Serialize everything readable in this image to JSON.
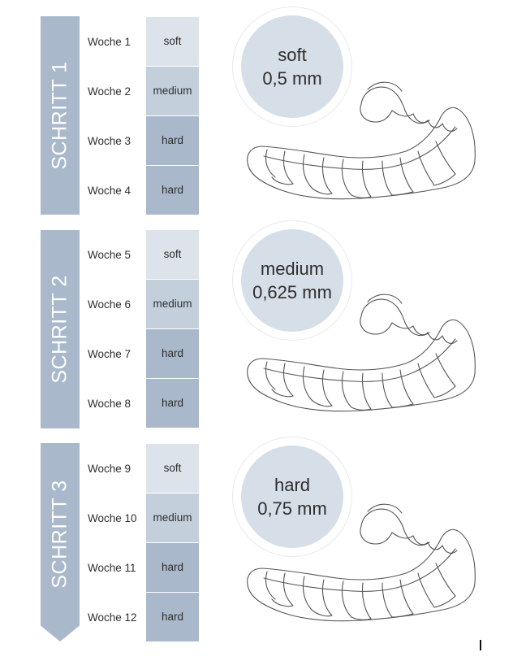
{
  "steps": [
    {
      "label": "SCHRITT 1",
      "circle": {
        "hardness": "soft",
        "thickness": "0,5 mm"
      },
      "weeks": [
        {
          "week": "Woche 1",
          "level": "soft"
        },
        {
          "week": "Woche 2",
          "level": "medium"
        },
        {
          "week": "Woche 3",
          "level": "hard"
        },
        {
          "week": "Woche 4",
          "level": "hard"
        }
      ]
    },
    {
      "label": "SCHRITT 2",
      "circle": {
        "hardness": "medium",
        "thickness": "0,625 mm"
      },
      "weeks": [
        {
          "week": "Woche 5",
          "level": "soft"
        },
        {
          "week": "Woche 6",
          "level": "medium"
        },
        {
          "week": "Woche 7",
          "level": "hard"
        },
        {
          "week": "Woche 8",
          "level": "hard"
        }
      ]
    },
    {
      "label": "SCHRITT 3",
      "circle": {
        "hardness": "hard",
        "thickness": "0,75 mm"
      },
      "weeks": [
        {
          "week": "Woche 9",
          "level": "soft"
        },
        {
          "week": "Woche 10",
          "level": "medium"
        },
        {
          "week": "Woche 11",
          "level": "hard"
        },
        {
          "week": "Woche 12",
          "level": "hard"
        }
      ]
    }
  ],
  "colors": {
    "soft": "#dde3ea",
    "medium": "#c4cfdc",
    "hard": "#a9b8cb",
    "banner": "#a9b8cb"
  },
  "icons": {
    "aligner": "dental-aligner-icon"
  }
}
